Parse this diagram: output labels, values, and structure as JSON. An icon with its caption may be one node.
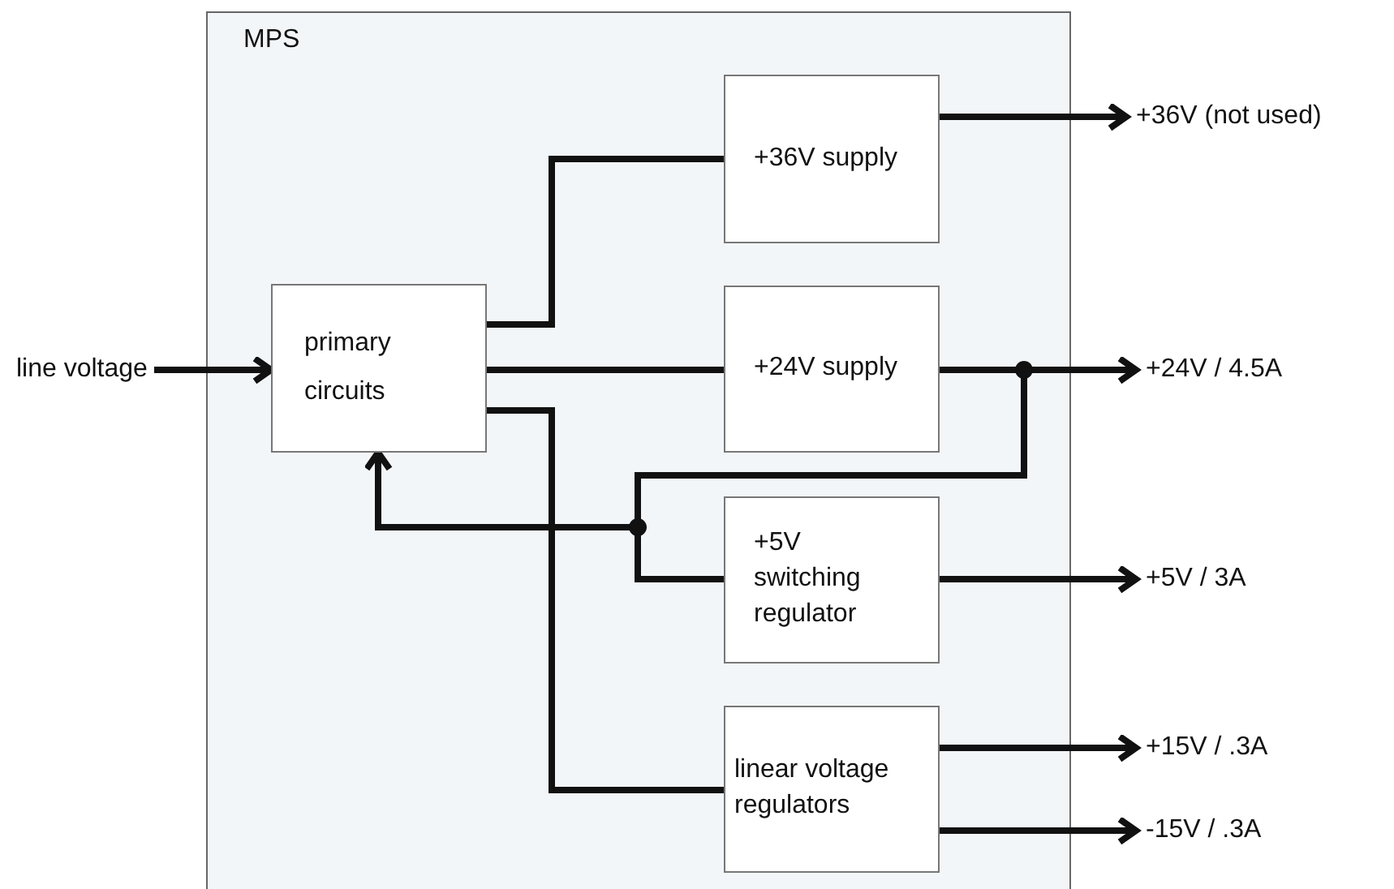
{
  "diagram": {
    "nodes": [
      {
        "text": [
          "MPS"
        ]
      },
      {
        "text": [
          "line voltage"
        ]
      },
      {
        "text": [
          "primary circuits"
        ],
        "in": 0
      },
      {
        "text": [
          "+36V supply"
        ],
        "in": 0
      },
      {
        "text": [
          "+24V supply"
        ],
        "in": 0
      },
      {
        "text": [
          "+5V switching regulator"
        ],
        "in": 0
      },
      {
        "text": [
          "linear voltage regulators"
        ],
        "in": 0
      },
      {
        "text": [
          "+36V (not used)"
        ]
      },
      {
        "text": [
          "+24V / 4.5A"
        ]
      },
      {
        "text": [
          "+5V / 3A"
        ]
      },
      {
        "text": [
          "+15V / .3A"
        ]
      },
      {
        "text": [
          "-15V / .3A"
        ]
      }
    ],
    "edges": [
      {
        "from": 1,
        "to": 2,
        "arrow": "to"
      },
      {
        "from": 2,
        "to": 3,
        "arrow": "none"
      },
      {
        "from": 2,
        "to": 4,
        "arrow": "none"
      },
      {
        "from": 2,
        "to": 6,
        "arrow": "none"
      },
      {
        "from": 3,
        "to": 7,
        "arrow": "to"
      },
      {
        "from": 4,
        "to": 8,
        "arrow": "to"
      },
      {
        "from": 4,
        "to": 5,
        "arrow": "none"
      },
      {
        "from": 4,
        "to": 2,
        "arrow": "to"
      },
      {
        "from": 5,
        "to": 9,
        "arrow": "to"
      },
      {
        "from": 6,
        "to": 10,
        "arrow": "to"
      },
      {
        "from": 6,
        "to": 11,
        "arrow": "to"
      }
    ]
  }
}
